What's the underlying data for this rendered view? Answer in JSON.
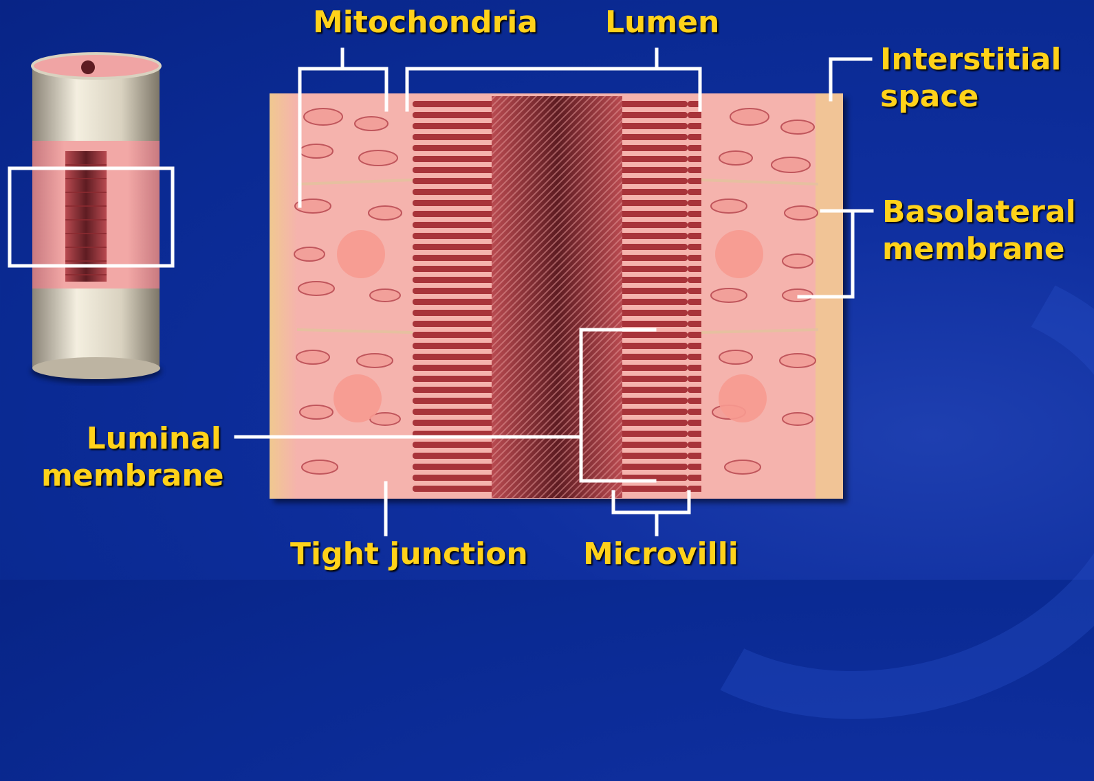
{
  "labels": {
    "mitochondria": "Mitochondria",
    "lumen": "Lumen",
    "interstitial_line1": "Interstitial",
    "interstitial_line2": "space",
    "basolateral_line1": "Basolateral",
    "basolateral_line2": "membrane",
    "luminal_line1": "Luminal",
    "luminal_line2": "membrane",
    "tight_junction": "Tight junction",
    "microvilli": "Microvilli"
  },
  "colors": {
    "background": "#0a2a93",
    "label": "#ffd21a",
    "leader_lines": "#ffffff",
    "tissue_pink": "#f2a8a4",
    "microvilli_red": "#a8343a"
  }
}
